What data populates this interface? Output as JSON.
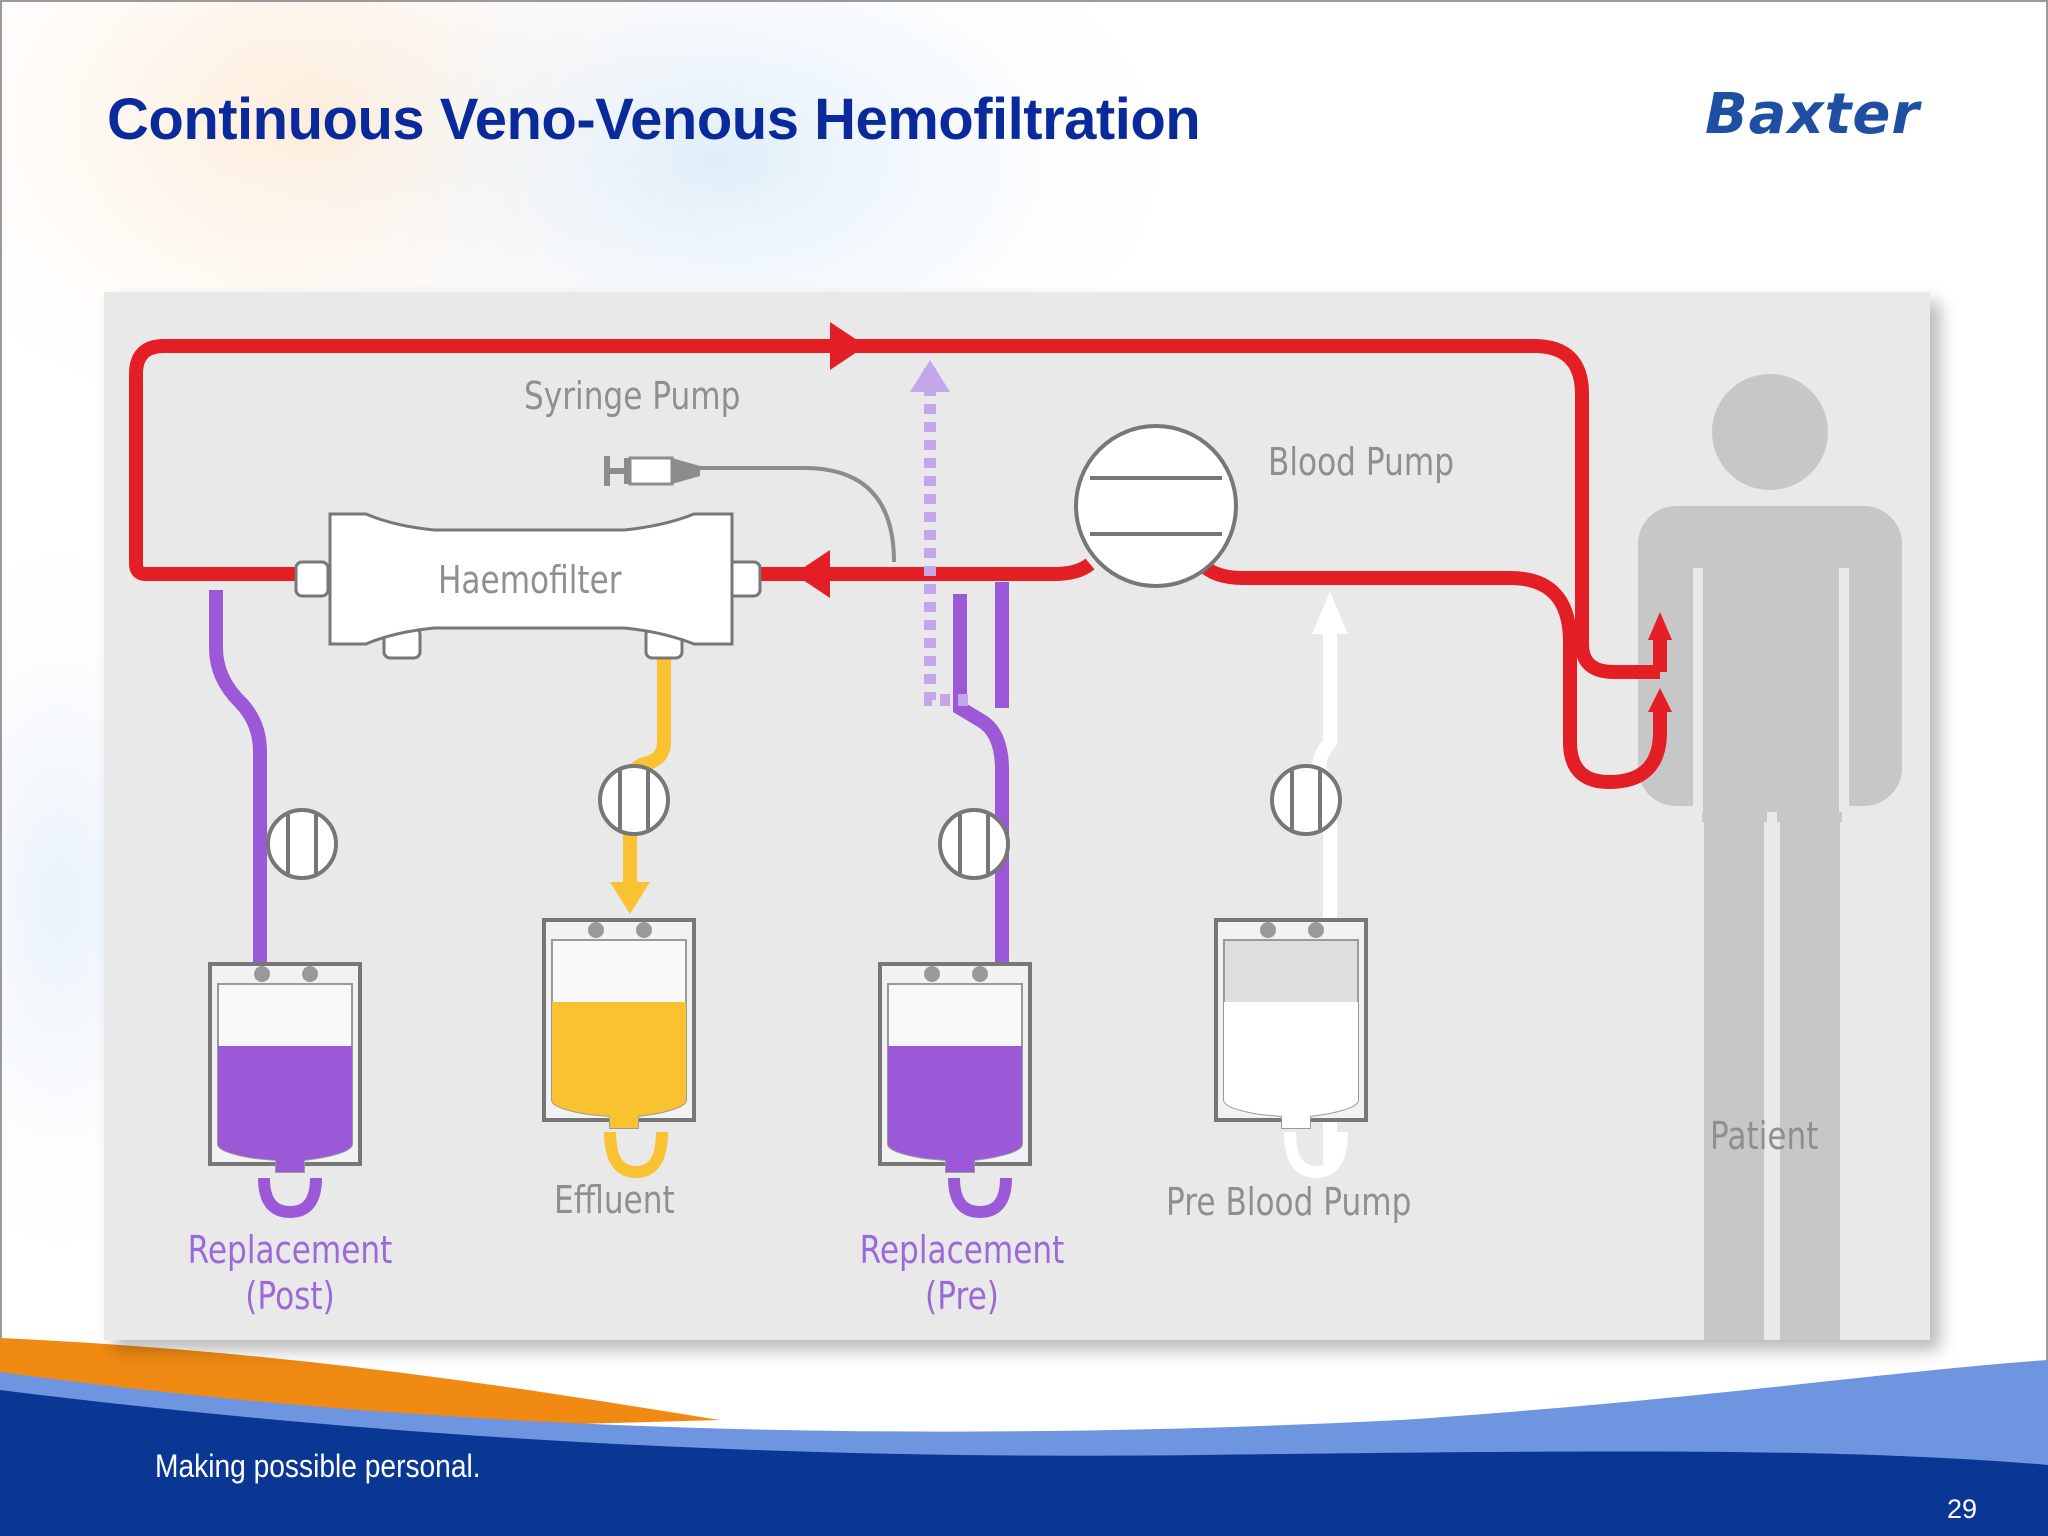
{
  "slide": {
    "title": "Continuous Veno-Venous Hemofiltration",
    "brand": "Baxter",
    "tagline": "Making possible personal.",
    "page_number": "29"
  },
  "diagram": {
    "labels": {
      "syringe_pump": "Syringe Pump",
      "blood_pump": "Blood Pump",
      "haemofilter": "Haemofilter",
      "effluent": "Effluent",
      "replacement_post_line1": "Replacement",
      "replacement_post_line2": "(Post)",
      "replacement_pre_line1": "Replacement",
      "replacement_pre_line2": "(Pre)",
      "pre_blood_pump": "Pre Blood Pump",
      "patient": "Patient"
    },
    "colors": {
      "blood_line": "#e31e25",
      "replacement_fluid": "#9b59d8",
      "effluent_fluid": "#f8c230",
      "pre_blood_pump_fluid": "#ffffff",
      "title": "#0a2a9c",
      "footer_band": "#0a3694"
    },
    "bag_fill_levels": {
      "replacement_post": 0.55,
      "effluent": 0.7,
      "replacement_pre": 0.55,
      "pre_blood_pump": 0.7
    }
  }
}
